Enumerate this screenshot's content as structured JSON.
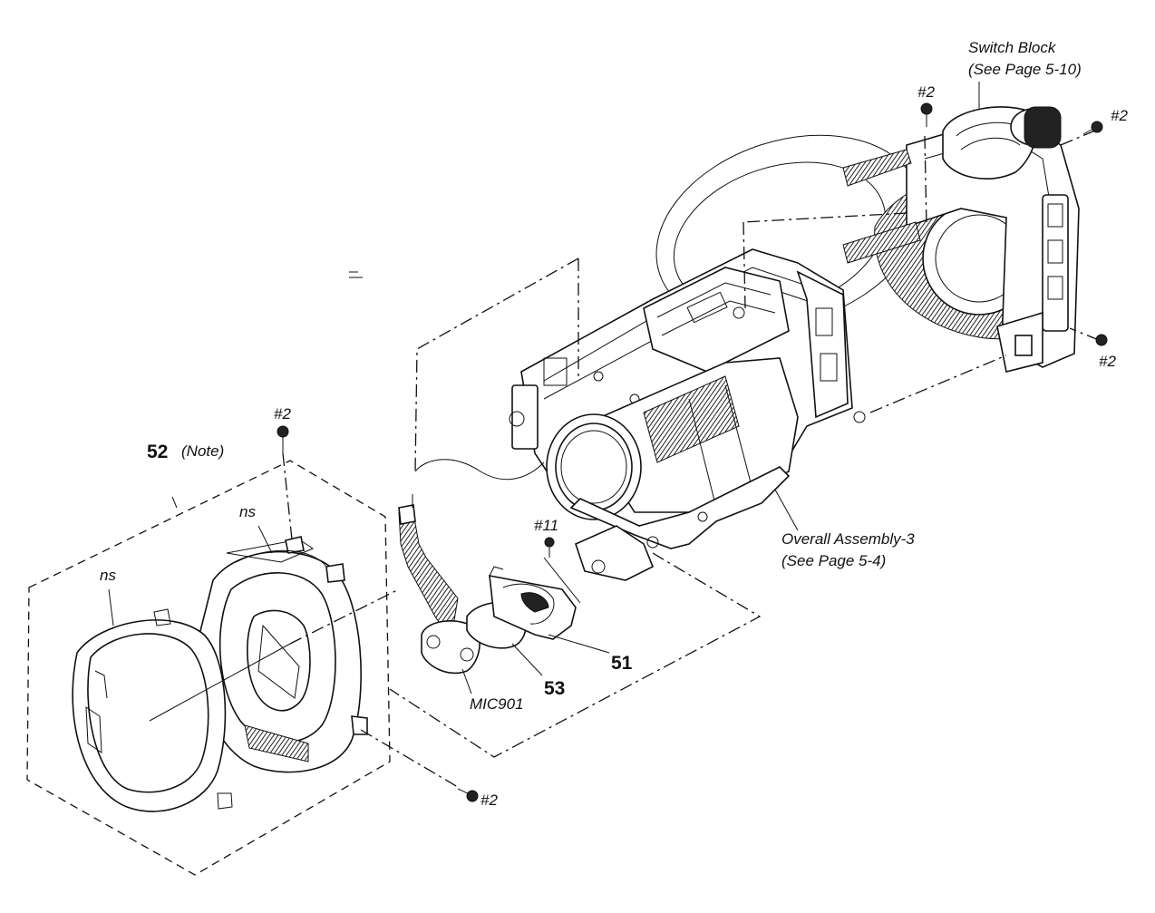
{
  "labels": {
    "switch_block_title": "Switch Block",
    "switch_block_ref": "(See Page 5-10)",
    "screw_2": "#2",
    "screw_11": "#11",
    "part_52": "52",
    "part_52_note": "(Note)",
    "ns": "ns",
    "overall_assembly_title": "Overall Assembly-3",
    "overall_assembly_ref": "(See Page 5-4)",
    "part_51": "51",
    "part_53": "53",
    "mic": "MIC901"
  },
  "colors": {
    "ink": "#111111",
    "background": "#ffffff"
  }
}
